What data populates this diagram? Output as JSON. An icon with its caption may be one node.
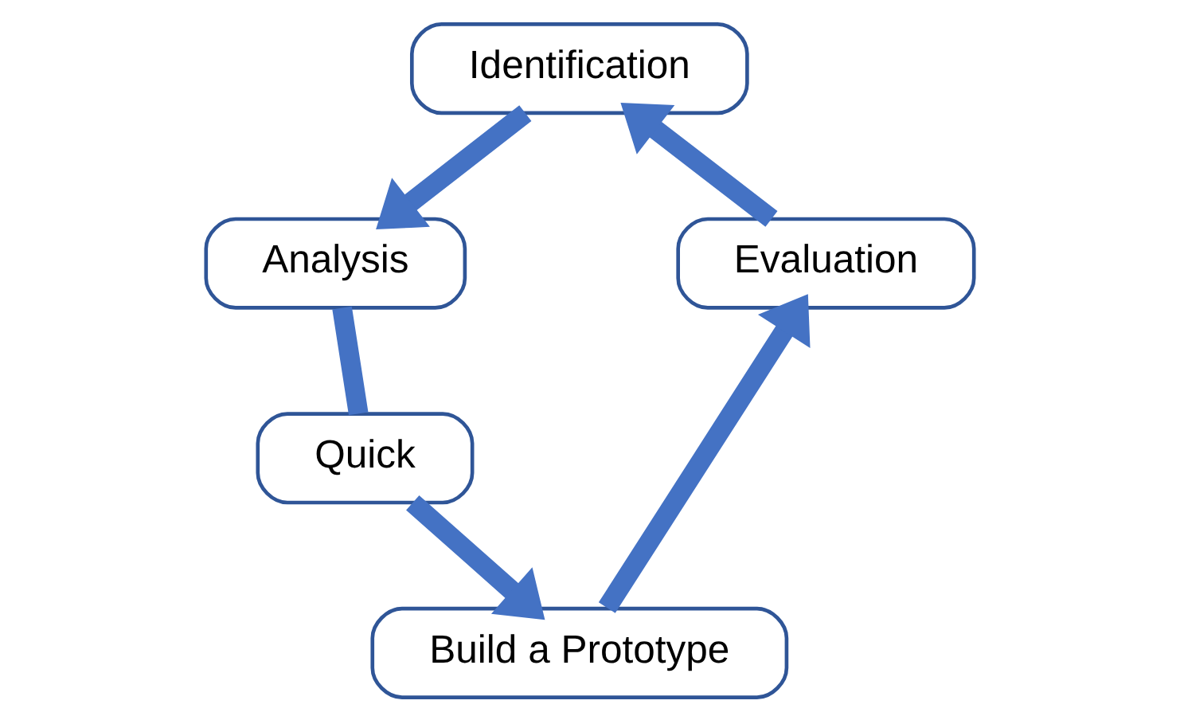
{
  "diagram": {
    "nodes": [
      {
        "text": [
          "Identification"
        ]
      },
      {
        "text": [
          "Analysis"
        ]
      },
      {
        "text": [
          "Quick"
        ]
      },
      {
        "text": [
          "Build a Prototype"
        ]
      },
      {
        "text": [
          "Evaluation"
        ]
      }
    ],
    "edges": [
      {
        "from": 0,
        "to": 1,
        "arrow": "to"
      },
      {
        "from": 1,
        "to": 2,
        "arrow": "none"
      },
      {
        "from": 2,
        "to": 3,
        "arrow": "to"
      },
      {
        "from": 3,
        "to": 4,
        "arrow": "to"
      },
      {
        "from": 4,
        "to": 0,
        "arrow": "to"
      }
    ]
  }
}
